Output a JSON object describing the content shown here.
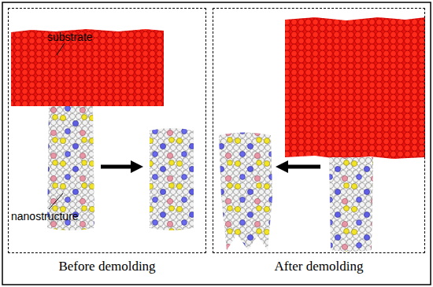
{
  "diagram": {
    "nodes": [
      {
        "text": [
          "Before demolding"
        ]
      },
      {
        "text": [
          "After demolding"
        ]
      }
    ],
    "labels": [
      "substrate",
      "nanostructure"
    ]
  }
}
